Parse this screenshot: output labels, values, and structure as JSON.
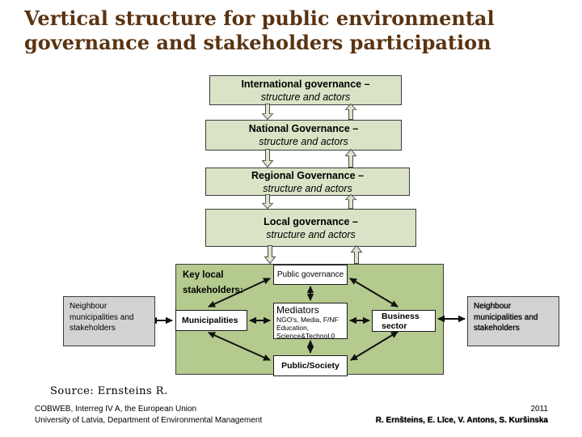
{
  "slide": {
    "title_line1": "Vertical structure for public environmental",
    "title_line2": "governance and stakeholders participation"
  },
  "levels": [
    {
      "name": "International governance –",
      "sub": "structure and actors"
    },
    {
      "name": "National Governance –",
      "sub": "structure and actors"
    },
    {
      "name": "Regional Governance –",
      "sub": "structure and actors"
    },
    {
      "name": "Local governance –",
      "sub": "structure and actors"
    }
  ],
  "panel": {
    "label_line1": "Key local",
    "label_line2": "stakeholders:",
    "public_governance": "Public governance",
    "municipalities": "Municipalities",
    "mediators_title": "Mediators",
    "mediators_line1": "NGO's, Media, F/NF",
    "mediators_line2": "Education,",
    "mediators_line3": "Science&Technol.0",
    "business_line1": "Business",
    "business_line2": "sector",
    "public_society": "Public/Society"
  },
  "neighbours": {
    "left": "Neighbour municipalities and stakeholders",
    "right": "Neighbour municipalities and stakeholders"
  },
  "footer": {
    "source": "Source: Ernsteins R.",
    "left_line1": "COBWEB, Interreg IV A, the European Union",
    "left_line2": "University of Latvia, Department of Environmental Management",
    "year": "2011",
    "credits": "R. Ernšteins, E. Līce, V. Antons, S. Kuršinska"
  },
  "colors": {
    "title": "#5a3311",
    "level_box_fill": "#dae3c6",
    "panel_fill": "#b5ca8e",
    "neighbour_fill": "#d2d2d2",
    "node_fill": "#ffffff",
    "arrow_black": "#111111"
  }
}
